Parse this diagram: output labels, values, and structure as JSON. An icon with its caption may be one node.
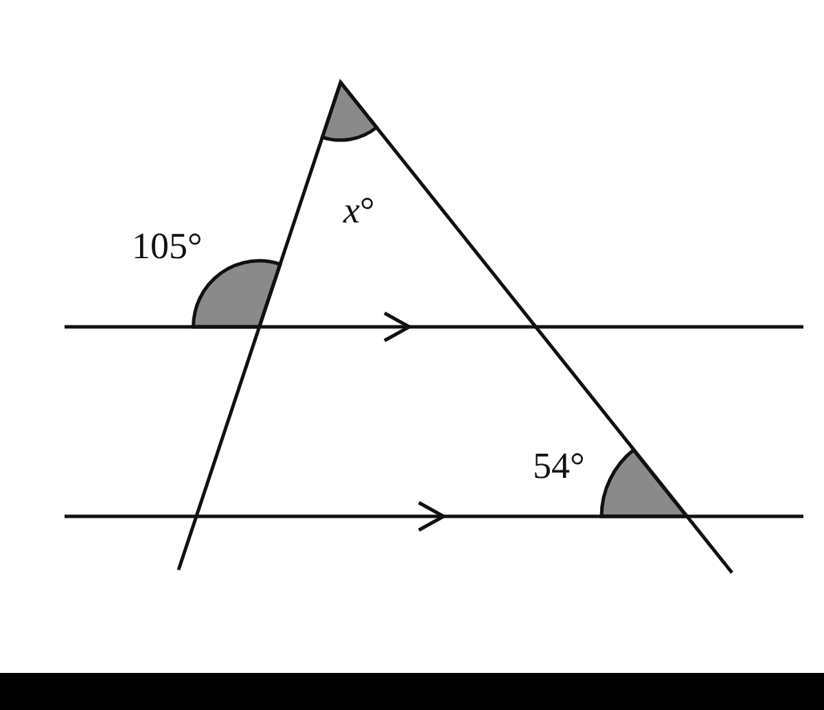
{
  "diagram": {
    "labels": [
      "105°",
      "*x*°",
      "54°"
    ]
  }
}
